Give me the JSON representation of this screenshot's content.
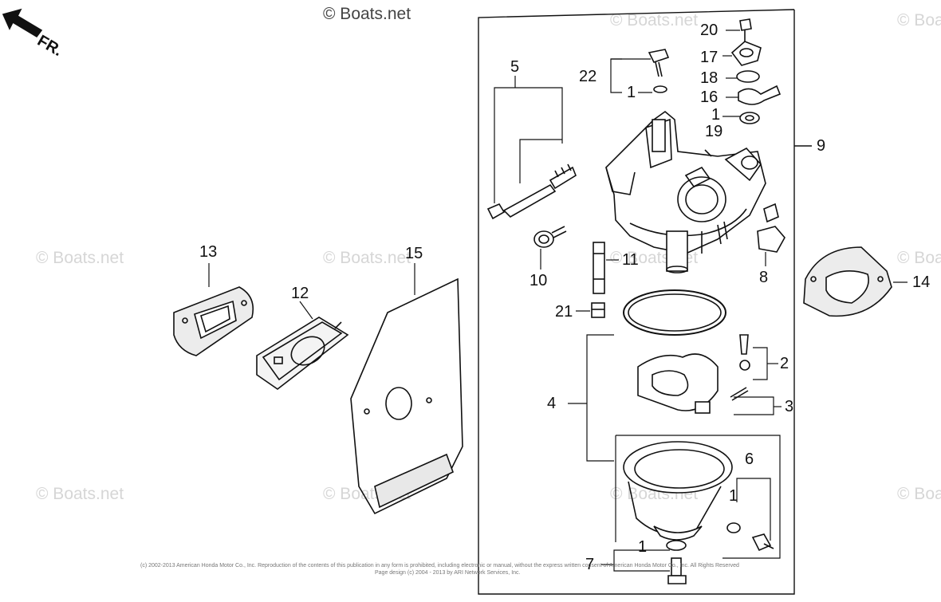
{
  "watermark": "© Boats.net",
  "direction_label": "FR.",
  "copyright_line1": "(c) 2002-2013 American Honda Motor Co., Inc. Reproduction of the contents of this publication in any form is prohibited, including electronic or manual, without the express written consent of American Honda Motor Co., Inc. All Rights Reserved",
  "copyright_line2": "Page design (c) 2004 - 2013 by ARI Network Services, Inc.",
  "callouts": {
    "c1_top": "1",
    "c2": "2",
    "c3": "3",
    "c4": "4",
    "c5": "5",
    "c6": "6",
    "c7": "7",
    "c8": "8",
    "c9": "9",
    "c10": "10",
    "c11": "11",
    "c12": "12",
    "c13": "13",
    "c14": "14",
    "c15": "15",
    "c16": "16",
    "c17": "17",
    "c18": "18",
    "c19": "19",
    "c20": "20",
    "c21": "21",
    "c22": "22",
    "c1_washer": "1",
    "c1_a": "1",
    "c1_b": "1"
  },
  "colors": {
    "line": "#111111",
    "watermark": "#d6d6d6",
    "gasket_fill": "#ececec"
  }
}
